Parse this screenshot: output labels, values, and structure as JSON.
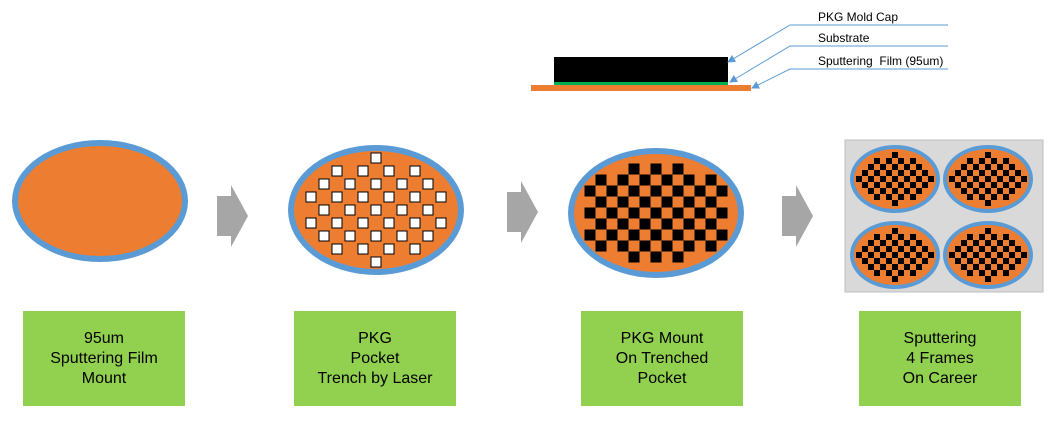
{
  "colors": {
    "film_orange": "#ed7d31",
    "ring_blue": "#5b9bd5",
    "pocket_white": "#ffffff",
    "pkg_black": "#000000",
    "substrate_green": "#00b050",
    "arrow_gray": "#a6a6a6",
    "label_green": "#92d050",
    "carrier_gray": "#d9d9d9",
    "callout_blue": "#5b9bd5"
  },
  "cross_section": {
    "labels": [
      "PKG Mold Cap",
      "Substrate",
      "Sputtering  Film (95um)"
    ]
  },
  "steps": [
    {
      "lines": [
        "95um",
        "Sputtering Film",
        "Mount"
      ]
    },
    {
      "lines": [
        "PKG",
        "Pocket",
        "Trench by Laser"
      ]
    },
    {
      "lines": [
        "PKG Mount",
        "On Trenched",
        "Pocket"
      ]
    },
    {
      "lines": [
        "Sputtering",
        "4 Frames",
        "On Career"
      ]
    }
  ],
  "icons": {
    "arrow": "chevron-arrow-icon"
  }
}
